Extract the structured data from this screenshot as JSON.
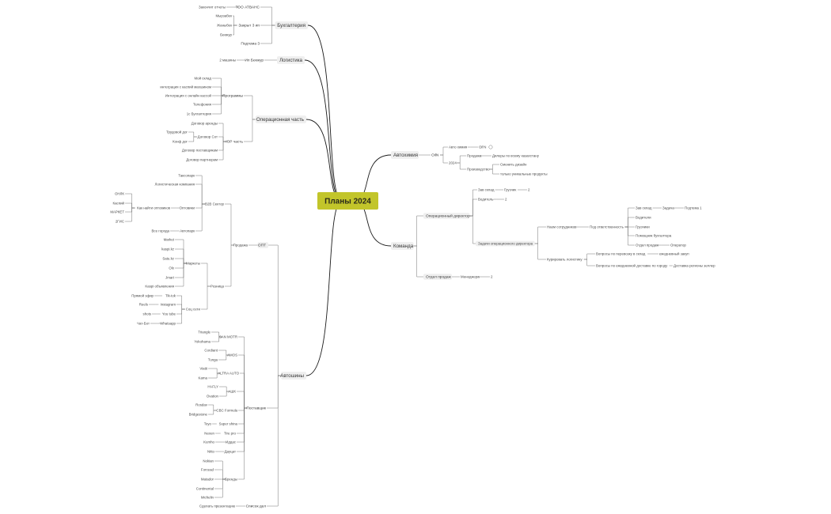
{
  "root": {
    "label": "Планы 2024",
    "color": "#c2c52a"
  },
  "left": [
    {
      "label": "Бухгалтерия",
      "children": [
        {
          "label": "ТОО АТВАНС",
          "children": [
            {
              "label": "Закончит отчеты"
            }
          ]
        },
        {
          "label": "Закрыт 3 ип",
          "children": [
            {
              "label": "Мырзабек"
            },
            {
              "label": "Жаныбек"
            },
            {
              "label": "Бекжур"
            }
          ]
        },
        {
          "label": "Подтема 3"
        }
      ]
    },
    {
      "label": "Логистика",
      "children": [
        {
          "label": "Ип Бекжур",
          "children": [
            {
              "label": "2 машины"
            }
          ]
        }
      ]
    },
    {
      "label": "Операционная часть",
      "children": [
        {
          "label": "Программы",
          "children": [
            {
              "label": "Мой склад"
            },
            {
              "label": "интеграция с каспий магазином"
            },
            {
              "label": "Интеграция с онлайн кассой"
            },
            {
              "label": "Телефония"
            },
            {
              "label": "1с Бухгалтерия"
            }
          ]
        },
        {
          "label": "ЮР часть",
          "children": [
            {
              "label": "Договор аренды"
            },
            {
              "label": "Договор Cот",
              "children": [
                {
                  "label": "Трудовой дог"
                },
                {
                  "label": "Конф дог"
                }
              ]
            },
            {
              "label": "Договор поставщикам"
            },
            {
              "label": "Договор партнерам"
            }
          ]
        }
      ]
    },
    {
      "label": "Автошины",
      "children": [
        {
          "label": "ОПТ",
          "children": [
            {
              "label": "Продажа",
              "children": [
                {
                  "label": "B2B Сектор",
                  "children": [
                    {
                      "label": "Таксопарк"
                    },
                    {
                      "label": "Логистическая компания"
                    },
                    {
                      "label": "Оптовики",
                      "children": [
                        {
                          "label": "Как найти оптовиков",
                          "children": [
                            {
                              "label": "ОНЛК"
                            },
                            {
                              "label": "Каспий"
                            },
                            {
                              "label": "МАРКЕТ"
                            },
                            {
                              "label": "2ГИС"
                            }
                          ]
                        }
                      ]
                    },
                    {
                      "label": "Автопарк",
                      "children": [
                        {
                          "label": "Все города"
                        }
                      ]
                    }
                  ]
                },
                {
                  "label": "Розница",
                  "children": [
                    {
                      "label": "Маркеты",
                      "children": [
                        {
                          "label": "Market"
                        },
                        {
                          "label": "kaspi.kz"
                        },
                        {
                          "label": "Satu.kz"
                        },
                        {
                          "label": "Olx"
                        },
                        {
                          "label": "Jmart"
                        },
                        {
                          "label": "Kaspi объявления"
                        }
                      ]
                    },
                    {
                      "label": "Соц сети",
                      "children": [
                        {
                          "label": "Tik-tok",
                          "children": [
                            {
                              "label": "Прямой эфир"
                            }
                          ]
                        },
                        {
                          "label": "Instagram",
                          "children": [
                            {
                              "label": "Reels"
                            }
                          ]
                        },
                        {
                          "label": "You tube",
                          "children": [
                            {
                              "label": "shots"
                            }
                          ]
                        },
                        {
                          "label": "Whatsapp",
                          "children": [
                            {
                              "label": "Чат-Бот"
                            }
                          ]
                        }
                      ]
                    }
                  ]
                }
              ]
            }
          ]
        },
        {
          "label": "Поставщик",
          "children": [
            {
              "label": "SAN MOTR",
              "children": [
                {
                  "label": "Triangle"
                },
                {
                  "label": "Yokohama"
                }
              ]
            },
            {
              "label": "AMOS",
              "children": [
                {
                  "label": "Cordiant"
                },
                {
                  "label": "Tunga"
                }
              ]
            },
            {
              "label": "ALTRA AUTO",
              "children": [
                {
                  "label": "Viatti"
                },
                {
                  "label": "Kama"
                }
              ]
            },
            {
              "label": "АШК",
              "children": [
                {
                  "label": "HI-FLY"
                },
                {
                  "label": "Ovation"
                }
              ]
            },
            {
              "label": "CBC Formula",
              "children": [
                {
                  "label": "Rosdav"
                },
                {
                  "label": "Bridgestone"
                }
              ]
            },
            {
              "label": "Super shina",
              "children": [
                {
                  "label": "Toyo"
                }
              ]
            },
            {
              "label": "Tire pro",
              "children": [
                {
                  "label": "Nexen"
                }
              ]
            },
            {
              "label": "Иддас",
              "children": [
                {
                  "label": "Kumho"
                }
              ]
            },
            {
              "label": "Дауцат",
              "children": [
                {
                  "label": "Nitto"
                }
              ]
            },
            {
              "label": "Бренды",
              "children": [
                {
                  "label": "Nokian"
                },
                {
                  "label": "Forcead"
                },
                {
                  "label": "Matador"
                },
                {
                  "label": "Continental"
                },
                {
                  "label": "Michelin"
                }
              ]
            }
          ]
        },
        {
          "label": "Список дел",
          "children": [
            {
              "label": "Сделать презентацию"
            }
          ]
        }
      ]
    }
  ],
  "right": [
    {
      "label": "Автохимия",
      "children": [
        {
          "label": "OilN",
          "children": [
            {
              "label": "Авто химия",
              "children": [
                {
                  "label": "Oil'N"
                }
              ]
            },
            {
              "label": "2024",
              "children": [
                {
                  "label": "Продажа",
                  "children": [
                    {
                      "label": "Дилеры по всему казахстану"
                    }
                  ]
                },
                {
                  "label": "Производство",
                  "children": [
                    {
                      "label": "Сменить дизайн"
                    },
                    {
                      "label": "только уникальные продукты"
                    }
                  ]
                }
              ]
            }
          ]
        }
      ]
    },
    {
      "label": "Команда",
      "children": [
        {
          "label": "Операционный директор",
          "children": [
            {
              "label": "Зав склад",
              "children": [
                {
                  "label": "Грузчик",
                  "children": [
                    {
                      "label": "2"
                    }
                  ]
                }
              ]
            },
            {
              "label": "Водитель",
              "children": [
                {
                  "label": "2"
                }
              ]
            },
            {
              "label": "Задачи операционного директора",
              "children": [
                {
                  "label": "Наем сотрудников",
                  "children": [
                    {
                      "label": "Под ответственность",
                      "children": [
                        {
                          "label": "Зав склад",
                          "children": [
                            {
                              "label": "Задача",
                              "children": [
                                {
                                  "label": "Подтема 1"
                                }
                              ]
                            }
                          ]
                        },
                        {
                          "label": "Водители"
                        },
                        {
                          "label": "Грузчики"
                        },
                        {
                          "label": "Помощник бухгалтера"
                        },
                        {
                          "label": "Отдел продаж",
                          "children": [
                            {
                              "label": "Оператор"
                            }
                          ]
                        }
                      ]
                    }
                  ]
                },
                {
                  "label": "Курировать логистику",
                  "children": [
                    {
                      "label": "Вопросы по перевозку в склад",
                      "children": [
                        {
                          "label": "ежедневный закуп"
                        }
                      ]
                    },
                    {
                      "label": "Вопросы по ежедневной доставке по городу",
                      "children": [
                        {
                          "label": "Доставка регионы зеллер"
                        }
                      ]
                    }
                  ]
                }
              ]
            }
          ]
        },
        {
          "label": "Отдел продаж",
          "children": [
            {
              "label": "Менеджера",
              "children": [
                {
                  "label": "2"
                }
              ]
            }
          ]
        }
      ]
    }
  ]
}
